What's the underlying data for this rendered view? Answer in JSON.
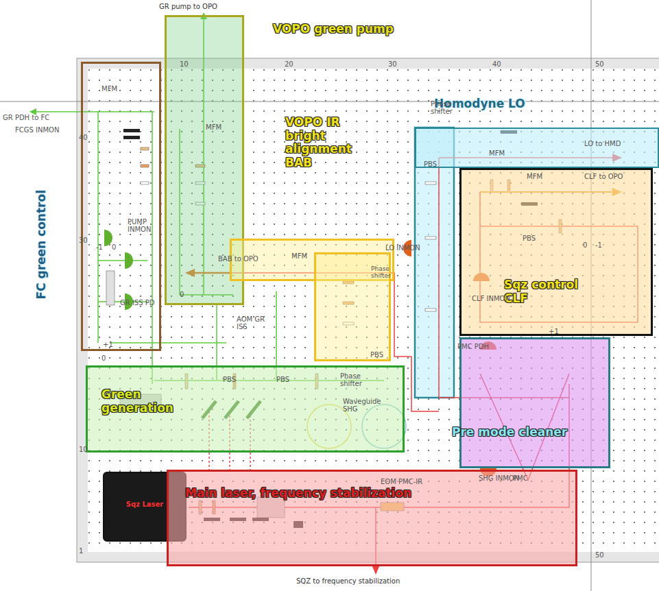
{
  "diagram": {
    "nodes": [
      {
        "text": [
          "VOPO green pump"
        ]
      },
      {
        "text": [
          "FC green control"
        ]
      },
      {
        "text": [
          "Homodyne LO"
        ]
      },
      {
        "text": [
          "VOPO IR bright alignment BAB"
        ]
      },
      {
        "text": [
          "Phase shifter"
        ]
      },
      {
        "text": [
          "Sqz control CLF"
        ]
      },
      {
        "text": [
          "Pre mode cleaner"
        ]
      },
      {
        "text": [
          "Green generation"
        ]
      },
      {
        "text": [
          "Sqz Laser"
        ]
      },
      {
        "text": [
          "Main laser, frequency stabilization"
        ]
      }
    ],
    "labels": [
      "GR pump to OPO",
      "GR PDH to FC",
      "FCGS INMON",
      "MFM",
      "MFM",
      "PUMP INMON",
      "-1",
      "0",
      "GR ISS PD",
      "+1",
      "0",
      "0",
      "BAB to OPO",
      "MFM",
      "AOM GR ISS",
      "LO INMON",
      "PBS",
      "Phase shifter",
      "PBS",
      "MFM",
      "LO to HMD",
      "MFM",
      "CLF to OPO",
      "PBS",
      "0",
      "-1",
      "CLF INMON",
      "+1",
      "PMC PDH",
      "PBS",
      "PBS",
      "Phase shifter",
      "Waveguide SHG",
      "SHG INMON",
      "PMC",
      "EOM PMC-IR",
      "SQZ to frequency stabilization",
      "10",
      "20",
      "30",
      "40",
      "50",
      "40",
      "30",
      "10",
      "1",
      "50"
    ]
  }
}
